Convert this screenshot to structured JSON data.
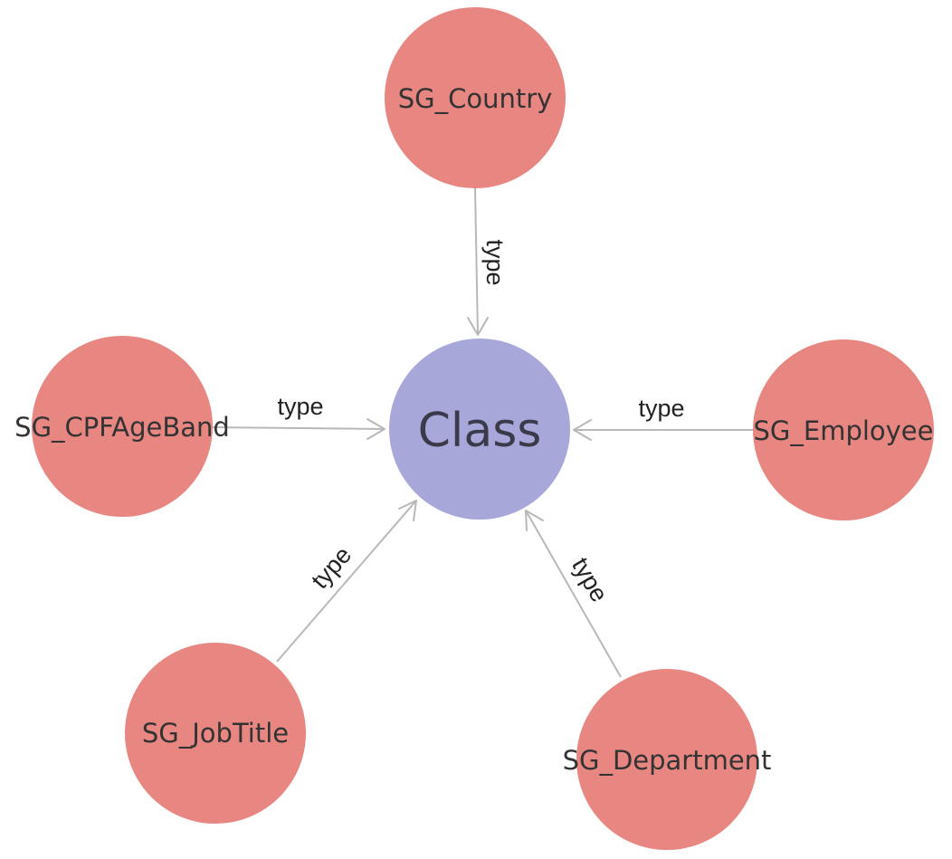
{
  "diagram": {
    "center": {
      "id": "class",
      "label": "Class",
      "color": "#a8a7d9"
    },
    "nodes": [
      {
        "id": "sg-country",
        "label": "SG_Country",
        "color": "#e88681"
      },
      {
        "id": "sg-cpfageband",
        "label": "SG_CPFAgeBand",
        "color": "#e88681"
      },
      {
        "id": "sg-employee",
        "label": "SG_Employee",
        "color": "#e88681"
      },
      {
        "id": "sg-jobtitle",
        "label": "SG_JobTitle",
        "color": "#e88681"
      },
      {
        "id": "sg-department",
        "label": "SG_Department",
        "color": "#e88681"
      }
    ],
    "edges": [
      {
        "from": "sg-country",
        "to": "class",
        "label": "type"
      },
      {
        "from": "sg-cpfageband",
        "to": "class",
        "label": "type"
      },
      {
        "from": "sg-employee",
        "to": "class",
        "label": "type"
      },
      {
        "from": "sg-jobtitle",
        "to": "class",
        "label": "type"
      },
      {
        "from": "sg-department",
        "to": "class",
        "label": "type"
      }
    ],
    "edge_color": "#b8b8b8"
  }
}
